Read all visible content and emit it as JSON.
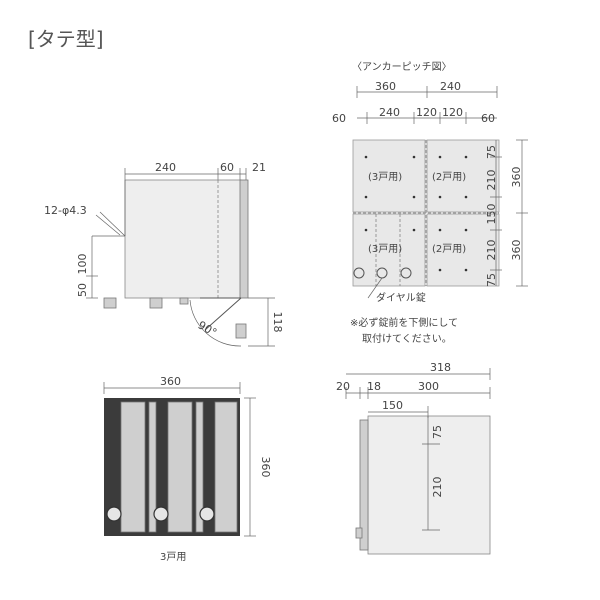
{
  "title": "[タテ型]",
  "anchor": {
    "heading": "〈アンカーピッチ図〉",
    "top_dims": [
      "360",
      "240"
    ],
    "second_dims": [
      "60",
      "240",
      "120",
      "120",
      "60"
    ],
    "right_small": [
      "75",
      "210",
      "150",
      "210",
      "75"
    ],
    "right_big": [
      "360",
      "360"
    ],
    "cells": [
      "(3戸用)",
      "(2戸用)",
      "(3戸用)",
      "(2戸用)"
    ],
    "dial_label": "ダイヤル錠",
    "note_line1": "※必ず錠前を下側にして",
    "note_line2": "取付けてください。"
  },
  "side": {
    "top_dims": [
      "240",
      "60",
      "21"
    ],
    "hole_label": "12-φ4.3",
    "left_dims": [
      "100",
      "50"
    ],
    "angle": "90°",
    "right_dim": "118"
  },
  "front": {
    "width": "360",
    "height": "360",
    "caption": "3戸用"
  },
  "section": {
    "top_total": "318",
    "dims": [
      "20",
      "18",
      "300"
    ],
    "inner": "150",
    "v1": "75",
    "v2": "210"
  }
}
